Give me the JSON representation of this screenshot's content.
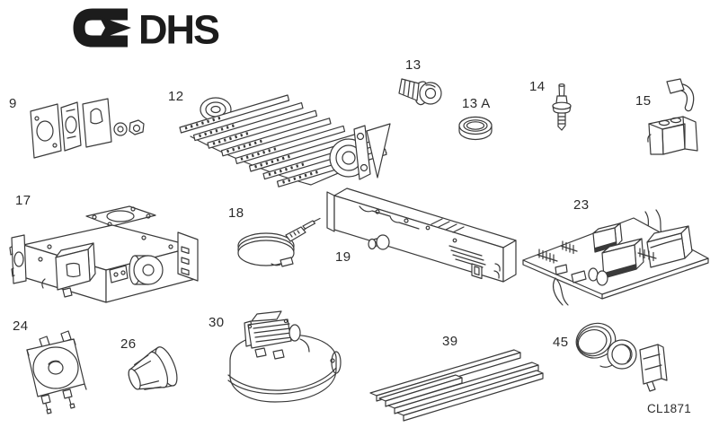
{
  "page": {
    "background": "#ffffff"
  },
  "logo": {
    "text": "DHS",
    "glyph": "right-arrow-badge-icon",
    "color": "#1c1c1c"
  },
  "drawing_code": "CL1871",
  "colors": {
    "line": "#3a3a3a",
    "text": "#2b2b2b",
    "background": "#ffffff",
    "logo": "#1c1c1c"
  },
  "parts": [
    {
      "label": "9",
      "illustration": "gasket-plate-set-with-washer-and-nut"
    },
    {
      "label": "12",
      "illustration": "burner-bar-assembly"
    },
    {
      "label": "13",
      "illustration": "injector-nozzle"
    },
    {
      "label": "13 A",
      "illustration": "sealing-washer"
    },
    {
      "label": "14",
      "illustration": "spark-electrode"
    },
    {
      "label": "15",
      "illustration": "ignition-unit"
    },
    {
      "label": "17",
      "illustration": "gas-control-valve"
    },
    {
      "label": "18",
      "illustration": "thermocouple-with-coiled-lead"
    },
    {
      "label": "19",
      "illustration": "control-panel-bracket-with-switch"
    },
    {
      "label": "23",
      "illustration": "printed-circuit-board"
    },
    {
      "label": "24",
      "illustration": "pressure-switch"
    },
    {
      "label": "26",
      "illustration": "control-knob"
    },
    {
      "label": "30",
      "illustration": "fan-blower-assembly"
    },
    {
      "label": "39",
      "illustration": "glide-strip-set"
    },
    {
      "label": "45",
      "illustration": "thermostat-with-capillary-coil"
    }
  ]
}
